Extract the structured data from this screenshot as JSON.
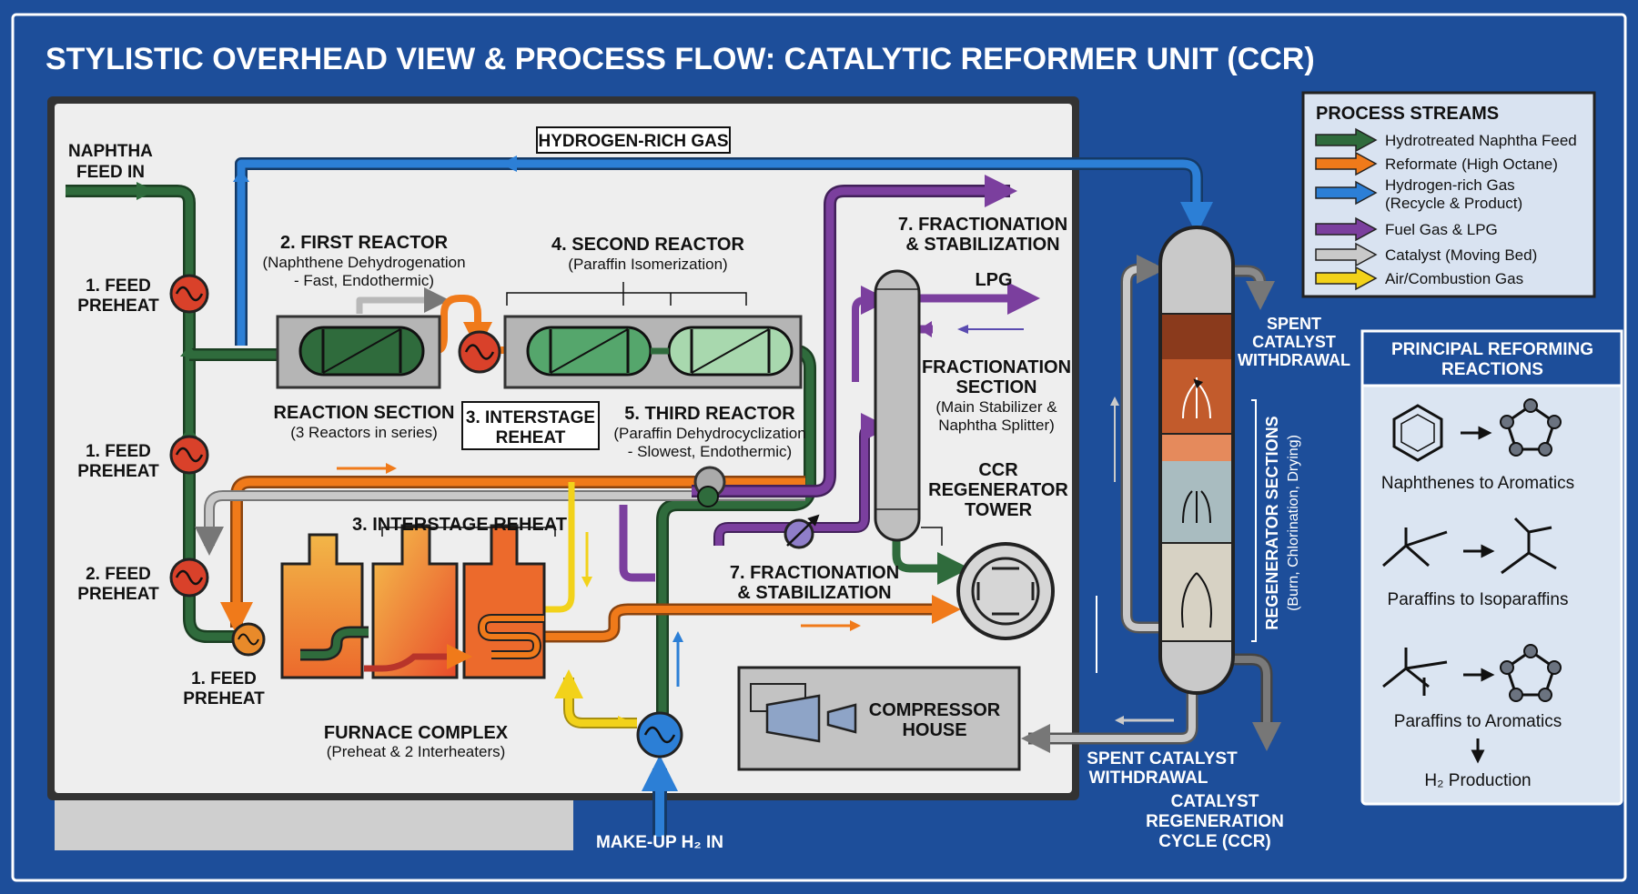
{
  "title": "STYLISTIC OVERHEAD VIEW & PROCESS FLOW: CATALYTIC REFORMER UNIT (CCR)",
  "colors": {
    "background": "#1d4e9a",
    "panel": "#eeeeee",
    "naphtha": "#2f6b3c",
    "reformate": "#f07a1a",
    "hydrogen": "#2c7fd6",
    "fuel_gas": "#7b3f9e",
    "catalyst": "#b8b8b8",
    "air": "#f2d21a"
  },
  "labels": {
    "naphtha_feed": [
      "NAPHTHA",
      "FEED IN"
    ],
    "hydrogen_rich_gas": "HYDROGEN-RICH GAS",
    "feed_preheat_1a": [
      "1. FEED",
      "PREHEAT"
    ],
    "feed_preheat_1b": [
      "1. FEED",
      "PREHEAT"
    ],
    "feed_preheat_2": [
      "2. FEED",
      "PREHEAT"
    ],
    "feed_preheat_1c": [
      "1. FEED",
      "PREHEAT"
    ],
    "first_reactor": "2. FIRST REACTOR",
    "first_reactor_sub": [
      "(Naphthene Dehydrogenation",
      "- Fast, Endothermic)"
    ],
    "second_reactor": "4. SECOND REACTOR",
    "second_reactor_sub": "(Paraffin Isomerization)",
    "reaction_section": "REACTION SECTION",
    "reaction_section_sub": "(3 Reactors in series)",
    "interstage_reheat_box": [
      "3. INTERSTAGE",
      "REHEAT"
    ],
    "third_reactor": "5. THIRD REACTOR",
    "third_reactor_sub": [
      "(Paraffin Dehydrocyclization",
      "- Slowest, Endothermic)"
    ],
    "fractionation_top": [
      "7. FRACTIONATION",
      "& STABILIZATION"
    ],
    "lpg": "LPG",
    "fractionation_section": [
      "FRACTIONATION",
      "SECTION"
    ],
    "fractionation_section_sub": [
      "(Main Stabilizer &",
      "Naphtha Splitter)"
    ],
    "ccr_regen_tower": [
      "CCR",
      "REGENERATOR",
      "TOWER"
    ],
    "interstage_reheat_furnace": "3. INTERSTAGE REHEAT",
    "fractionation_lower": [
      "7. FRACTIONATION",
      "& STABILIZATION"
    ],
    "furnace_complex": "FURNACE COMPLEX",
    "furnace_complex_sub": "(Preheat & 2 Interheaters)",
    "compressor_house": [
      "COMPRESSOR",
      "HOUSE"
    ],
    "makeup_h2": "MAKE-UP H₂ IN",
    "spent_catalyst_top": [
      "SPENT",
      "CATALYST",
      "WITHDRAWAL"
    ],
    "regenerator_sections": "REGENERATOR SECTIONS",
    "regenerator_sections_sub": "(Burn, Chlorination, Drying)",
    "spent_catalyst_bottom": [
      "SPENT CATALYST",
      "WITHDRAWAL"
    ],
    "catalyst_regen_cycle": [
      "CATALYST",
      "REGENERATION",
      "CYCLE (CCR)"
    ]
  },
  "legend": {
    "title": "PROCESS STREAMS",
    "items": [
      {
        "label": [
          "Hydrotreated Naphtha Feed"
        ],
        "color": "#2f6b3c"
      },
      {
        "label": [
          "Reformate (High Octane)"
        ],
        "color": "#f07a1a"
      },
      {
        "label": [
          "Hydrogen-rich Gas",
          "(Recycle & Product)"
        ],
        "color": "#2c7fd6"
      },
      {
        "label": [
          "Fuel Gas & LPG"
        ],
        "color": "#7b3f9e"
      },
      {
        "label": [
          "Catalyst (Moving Bed)"
        ],
        "color": "#c9c9c9"
      },
      {
        "label": [
          "Air/Combustion Gas"
        ],
        "color": "#f2d21a"
      }
    ]
  },
  "reactions": {
    "title": [
      "PRINCIPAL REFORMING",
      "REACTIONS"
    ],
    "items": [
      "Naphthenes to Aromatics",
      "Paraffins to Isoparaffins",
      "Paraffins to Aromatics"
    ],
    "final": "H₂ Production"
  }
}
